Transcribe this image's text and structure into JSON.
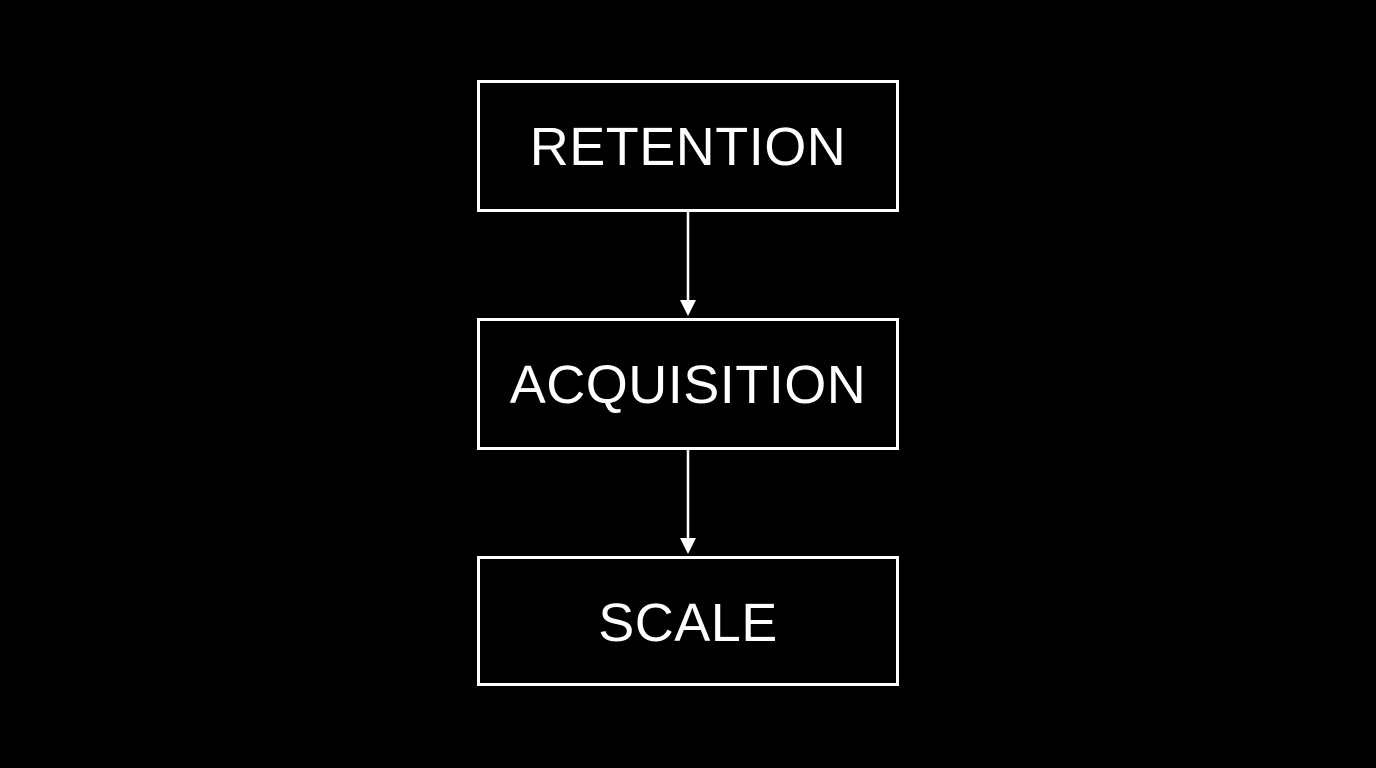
{
  "diagram": {
    "type": "vertical-flow",
    "background_color": "#000000",
    "stroke_color": "#ffffff",
    "text_color": "#ffffff",
    "nodes": [
      {
        "id": "retention",
        "label": "RETENTION"
      },
      {
        "id": "acquisition",
        "label": "ACQUISITION"
      },
      {
        "id": "scale",
        "label": "SCALE"
      }
    ],
    "edges": [
      {
        "from": "retention",
        "to": "acquisition",
        "style": "arrow"
      },
      {
        "from": "acquisition",
        "to": "scale",
        "style": "arrow"
      }
    ]
  }
}
